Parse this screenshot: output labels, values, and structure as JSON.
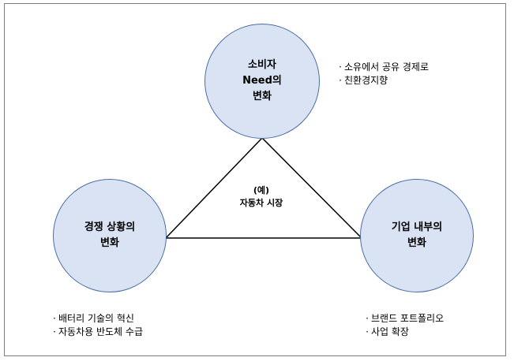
{
  "nodes": {
    "consumer": {
      "line1": "소비자",
      "line2": "Need의",
      "line3": "변화"
    },
    "competition": {
      "line1": "경쟁 상황의",
      "line2": "변화"
    },
    "internal": {
      "line1": "기업 내부의",
      "line2": "변화"
    }
  },
  "center": {
    "line1": "(예)",
    "line2": "자동차 시장"
  },
  "notes": {
    "consumer": [
      "소유에서 공유 경제로",
      "친환경지향"
    ],
    "competition": [
      "배터리 기술의 혁신",
      "자동차용 반도체 수급"
    ],
    "internal": [
      "브랜드 포트폴리오",
      "사업 확장"
    ]
  },
  "colors": {
    "circle_fill": "#dae3f3",
    "circle_stroke": "#4a6fa5",
    "frame": "#7f7f7f"
  }
}
